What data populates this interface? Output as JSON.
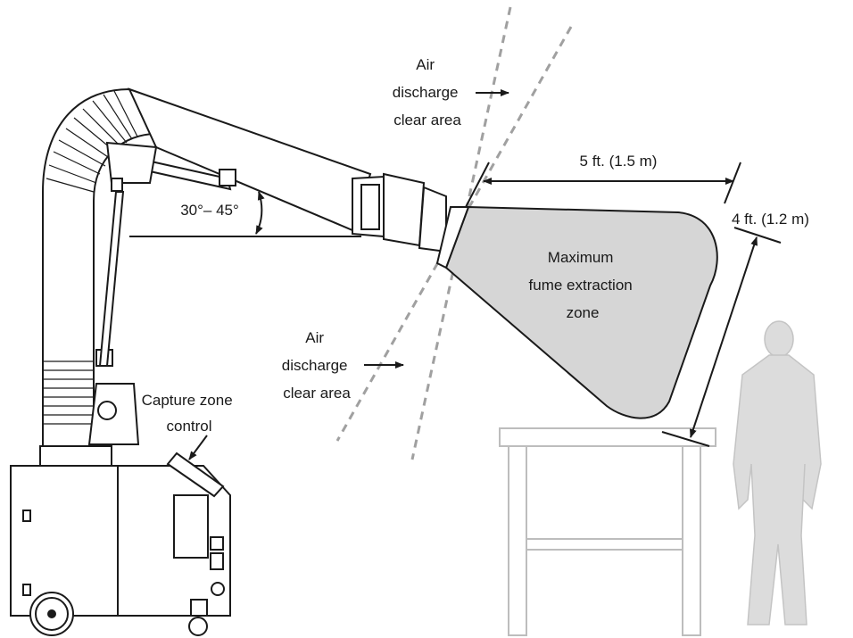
{
  "labels": {
    "air_top": [
      "Air",
      "discharge",
      "clear area"
    ],
    "air_bottom": [
      "Air",
      "discharge",
      "clear area"
    ],
    "angle": "30°– 45°",
    "dim_horizontal": "5 ft. (1.5 m)",
    "dim_vertical": "4 ft. (1.2 m)",
    "zone": [
      "Maximum",
      "fume extraction",
      "zone"
    ],
    "capture": [
      "Capture zone",
      "control"
    ]
  },
  "colors": {
    "zone_fill": "#d6d6d6",
    "line": "#1a1a1a",
    "dashed": "#a0a0a0",
    "table": "#bdbdbd",
    "person": "#dcdcdc"
  }
}
